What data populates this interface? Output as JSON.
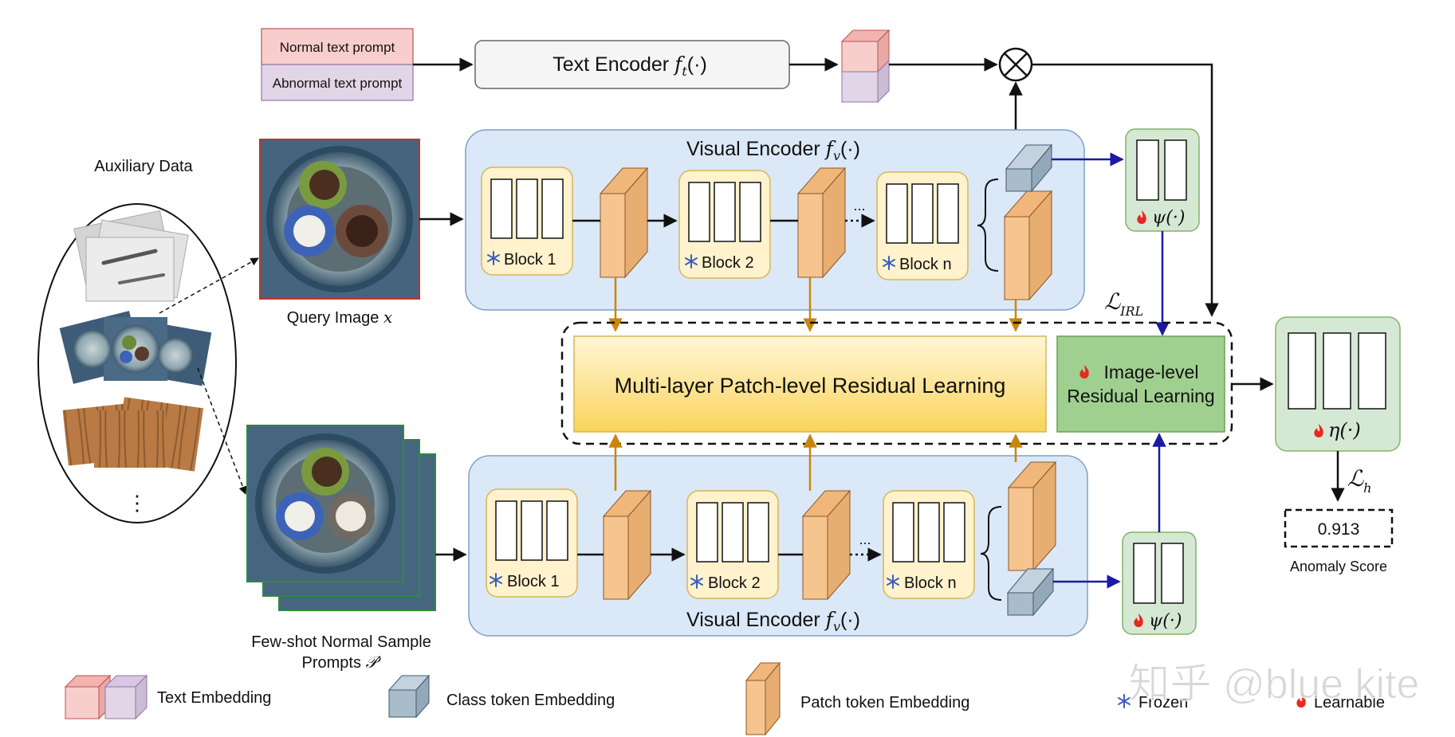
{
  "text_prompts": {
    "normal": "Normal text prompt",
    "abnormal": "Abnormal text prompt"
  },
  "text_encoder": {
    "label": "Text Encoder",
    "func": "f",
    "sub": "t",
    "args": "(·)"
  },
  "visual_encoder_top": {
    "label": "Visual Encoder",
    "func": "f",
    "sub": "v",
    "args": "(·)"
  },
  "visual_encoder_bottom": {
    "label": "Visual Encoder",
    "func": "f",
    "sub": "v",
    "args": "(·)"
  },
  "blocks": [
    "Block 1",
    "Block 2",
    "Block n"
  ],
  "ellipsis": "...",
  "auxiliary": {
    "title": "Auxiliary Data",
    "more": "⋮"
  },
  "query": {
    "label": "Query Image",
    "var": "x"
  },
  "fewshot": {
    "line1": "Few-shot Normal Sample",
    "line2": "Prompts",
    "var": "𝒫′"
  },
  "patch_residual": "Multi-layer Patch-level Residual Learning",
  "image_residual": {
    "line1": "Image-level",
    "line2": "Residual Learning"
  },
  "psi": "ψ(·)",
  "eta": "η(·)",
  "loss_irl": {
    "main": "ℒ",
    "sub": "IRL"
  },
  "loss_h": {
    "main": "ℒ",
    "sub": "h"
  },
  "score": {
    "value": "0.913",
    "label": "Anomaly Score"
  },
  "legend": {
    "text": "Text Embedding",
    "class": "Class token Embedding",
    "patch": "Patch token Embedding",
    "frozen": "Frozen",
    "learnable": "Learnable"
  },
  "watermark": "知乎 @blue kite",
  "icons": {
    "frozen": "snowflake-icon",
    "learnable": "flame-icon",
    "combine": "circled-times-icon"
  },
  "colors": {
    "encoder_bg": "#dbe8f7",
    "encoder_border": "#7f9fc8",
    "block_bg": "#fff2cc",
    "block_border": "#d6b656",
    "patch_token": "#f6c48f",
    "class_token": "#a9bccb",
    "normal_text": "#f8cecc",
    "abnormal_text": "#e1d5e7",
    "green_box": "#d5e8d4",
    "green_border": "#82b366",
    "residual_top": "#fff2cc",
    "residual_bottom": "#fad766",
    "arrow_orange": "#c8860c",
    "arrow_blue": "#1a1aa6",
    "flame": "#e8281e",
    "snowflake": "#3b5fc0"
  }
}
